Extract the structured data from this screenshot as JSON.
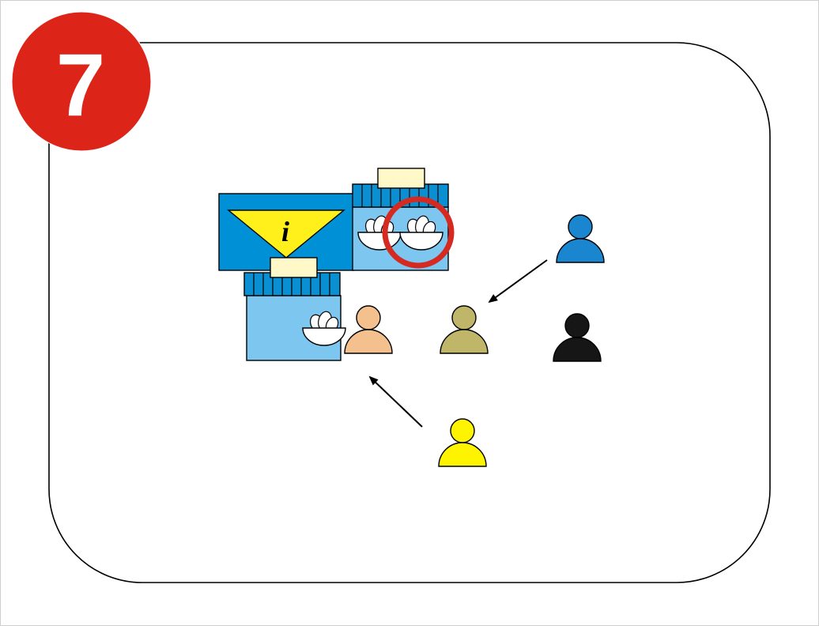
{
  "badge": {
    "number": "7",
    "color": "#dd2418"
  },
  "info_board": {
    "symbol": "i",
    "board_color": "#0090d6",
    "triangle_color": "#ffef1b",
    "icon": "info-icon"
  },
  "stalls": [
    {
      "id": "stall-top",
      "roof_color": "#0a8fd2",
      "body_color": "#7cc6ef",
      "sign_color": "#fff8c8",
      "bowls": 2,
      "highlighted_bowl": 2
    },
    {
      "id": "stall-bottom",
      "roof_color": "#0a8fd2",
      "body_color": "#7cc6ef",
      "sign_color": "#fff8c8",
      "bowls": 1
    }
  ],
  "highlight": {
    "color": "#d42a22",
    "icon": "highlight-circle"
  },
  "people": [
    {
      "id": "person-blue",
      "color": "#1a86d0",
      "icon": "person-icon"
    },
    {
      "id": "person-olive",
      "color": "#bfb66a",
      "icon": "person-icon"
    },
    {
      "id": "person-peach",
      "color": "#f3c08e",
      "icon": "person-icon"
    },
    {
      "id": "person-black",
      "color": "#161616",
      "icon": "person-icon"
    },
    {
      "id": "person-yellow",
      "color": "#fff400",
      "icon": "person-icon"
    }
  ],
  "arrows": [
    {
      "from": "person-blue",
      "to": "person-olive",
      "icon": "arrow-icon"
    },
    {
      "from": "person-yellow",
      "to": "person-peach",
      "icon": "arrow-icon"
    }
  ]
}
